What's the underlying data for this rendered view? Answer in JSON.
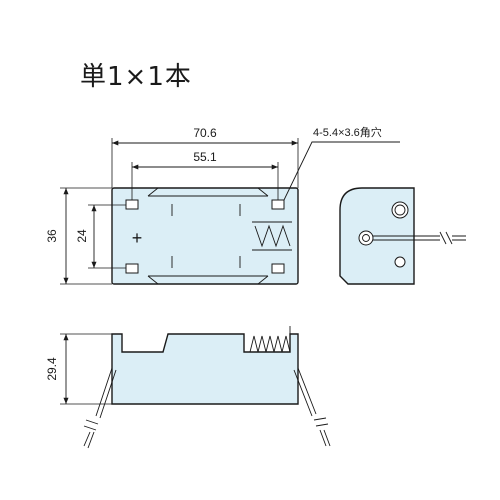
{
  "title": "単1×1本",
  "dimensions": {
    "overall_length": "70.6",
    "hole_pitch_length": "55.1",
    "overall_width": "36",
    "hole_pitch_width": "24",
    "height": "29.4",
    "mount_holes_note": "4-5.4×3.6角穴"
  },
  "symbols": {
    "plus": "+"
  }
}
